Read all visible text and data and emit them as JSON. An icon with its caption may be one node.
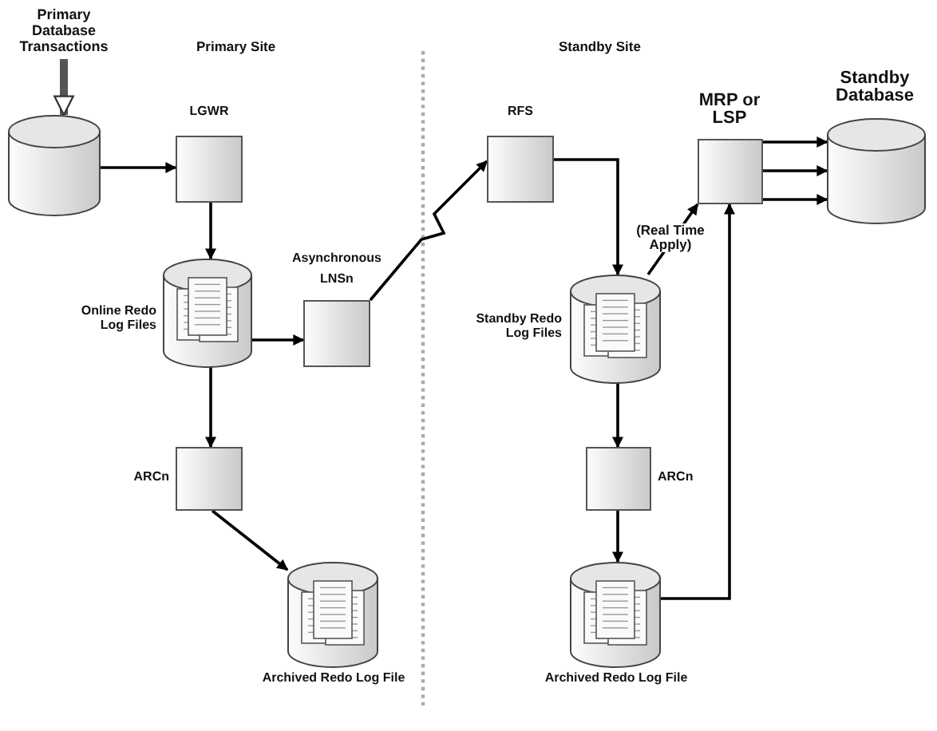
{
  "diagram": {
    "nodes": [
      {
        "text": [
          "Primary Database Transactions"
        ]
      },
      {
        "text": [],
        "shape": "cylinder"
      },
      {
        "text": [
          "LGWR"
        ]
      },
      {
        "text": [
          "Online Redo Log Files"
        ]
      },
      {
        "text": [
          "Asynchronous LNSn"
        ]
      },
      {
        "text": [
          "ARCn"
        ]
      },
      {
        "text": [
          "Archived Redo Log File"
        ]
      },
      {
        "text": [
          "RFS"
        ]
      },
      {
        "text": [
          "Standby Redo Log Files"
        ]
      },
      {
        "text": [
          "ARCn"
        ]
      },
      {
        "text": [
          "Archived Redo Log File"
        ]
      },
      {
        "text": [
          "MRP or LSP"
        ]
      },
      {
        "text": [
          "Standby Database"
        ]
      }
    ],
    "edges": [
      {
        "from": 0,
        "to": 1,
        "arrow": "to",
        "style": "thick"
      },
      {
        "from": 1,
        "to": 2,
        "arrow": "to"
      },
      {
        "from": 2,
        "to": 3,
        "arrow": "to"
      },
      {
        "from": 3,
        "to": 4,
        "arrow": "to"
      },
      {
        "from": 3,
        "to": 5,
        "arrow": "to"
      },
      {
        "from": 5,
        "to": 6,
        "arrow": "to"
      },
      {
        "from": 4,
        "to": 7,
        "arrow": "to"
      },
      {
        "from": 7,
        "to": 8,
        "arrow": "to"
      },
      {
        "from": 8,
        "to": 11,
        "arrow": "to",
        "label": "(Real Time Apply)"
      },
      {
        "from": 8,
        "to": 9,
        "arrow": "to"
      },
      {
        "from": 9,
        "to": 10,
        "arrow": "to"
      },
      {
        "from": 10,
        "to": 11,
        "arrow": "to"
      },
      {
        "from": 11,
        "to": 12,
        "arrow": "to"
      },
      {
        "from": 11,
        "to": 12,
        "arrow": "to"
      },
      {
        "from": 11,
        "to": 12,
        "arrow": "to"
      }
    ],
    "labels": [
      "Primary Site",
      "Standby Site"
    ]
  }
}
